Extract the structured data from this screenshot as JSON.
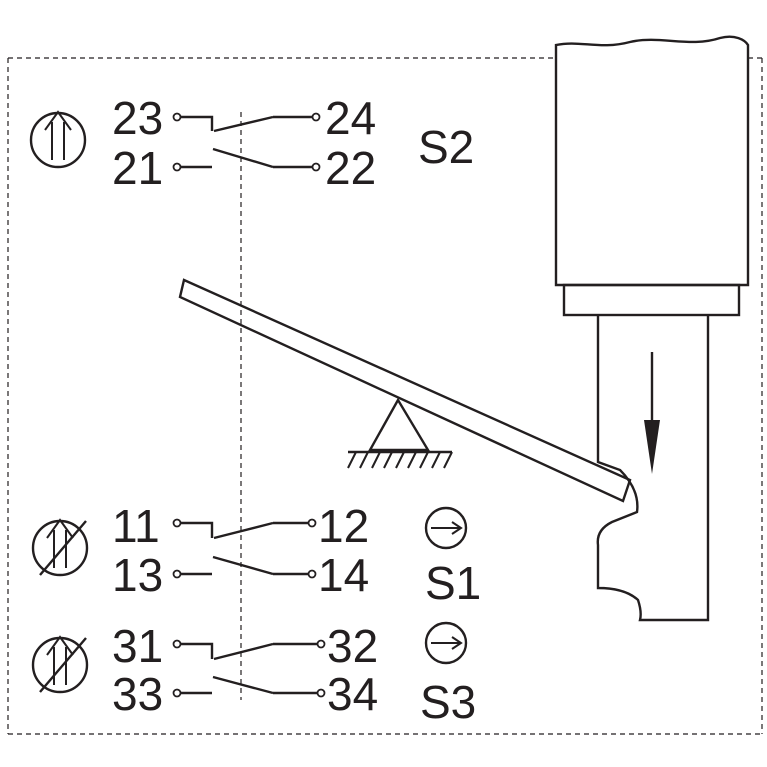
{
  "switches": [
    {
      "id": "S2",
      "name": "S2",
      "terminals": {
        "nc_left": "23",
        "nc_right": "24",
        "no_left": "21",
        "no_right": "22"
      },
      "symbol": "double-arrow-up-icon"
    },
    {
      "id": "S1",
      "name": "S1",
      "terminals": {
        "nc_left": "11",
        "nc_right": "12",
        "no_left": "13",
        "no_right": "14"
      },
      "symbol": "crossed-double-arrow-icon",
      "direction_symbol": "arrow-right-circle-icon"
    },
    {
      "id": "S3",
      "name": "S3",
      "terminals": {
        "nc_left": "31",
        "nc_right": "32",
        "no_left": "33",
        "no_right": "34"
      },
      "symbol": "crossed-double-arrow-icon",
      "direction_symbol": "arrow-right-circle-icon"
    }
  ],
  "colors": {
    "line": "#231f20",
    "background": "#ffffff"
  }
}
